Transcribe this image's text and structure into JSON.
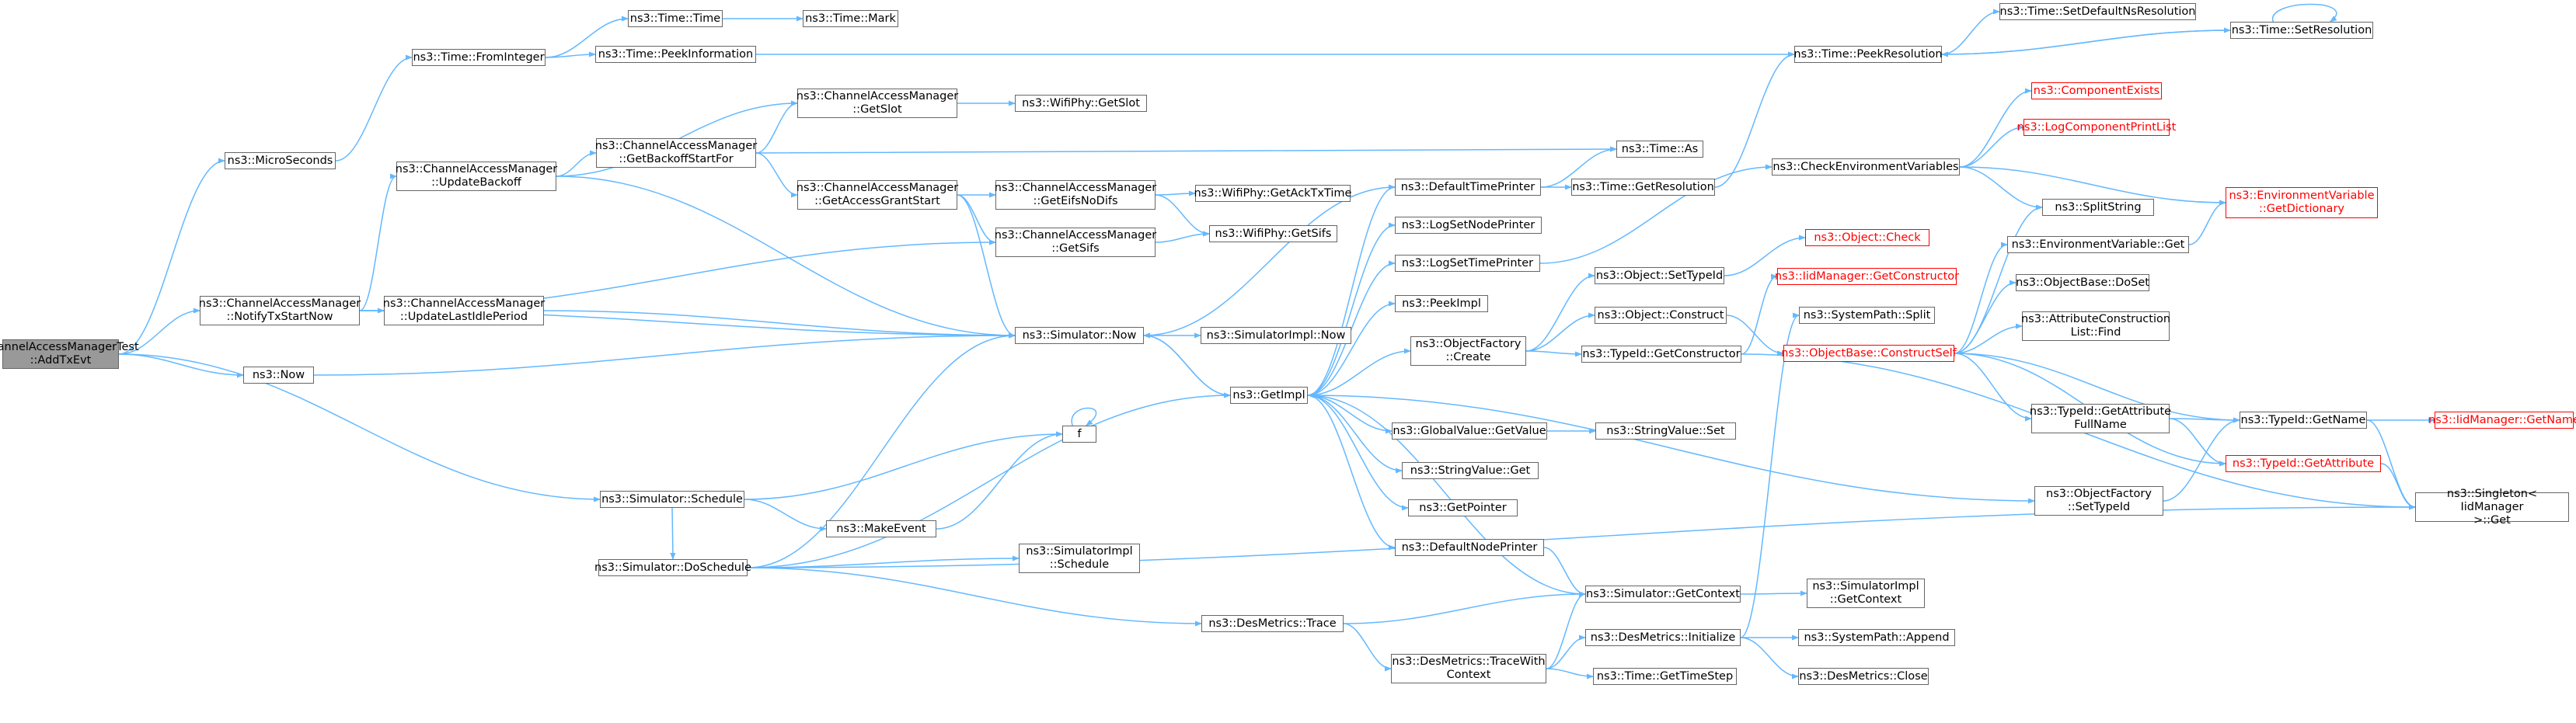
{
  "graph": {
    "title": "Call graph",
    "colors": {
      "edge": "#63b8ff",
      "node_border": "#666666",
      "root_fill": "#999999",
      "missing_border": "#ff0000"
    },
    "nodes": {
      "root": {
        "label": "ChannelAccessManagerTest\n::AddTxEvt"
      },
      "microseconds": {
        "label": "ns3::MicroSeconds"
      },
      "fromInteger": {
        "label": "ns3::Time::FromInteger"
      },
      "time": {
        "label": "ns3::Time::Time"
      },
      "mark": {
        "label": "ns3::Time::Mark"
      },
      "peekInformation": {
        "label": "ns3::Time::PeekInformation"
      },
      "peekResolution": {
        "label": "ns3::Time::PeekResolution"
      },
      "setDefaultNsResolution": {
        "label": "ns3::Time::SetDefaultNsResolution"
      },
      "setResolution": {
        "label": "ns3::Time::SetResolution"
      },
      "getSlotCam": {
        "label": "ns3::ChannelAccessManager\n::GetSlot"
      },
      "wifiGetSlot": {
        "label": "ns3::WifiPhy::GetSlot"
      },
      "updateBackoff": {
        "label": "ns3::ChannelAccessManager\n::UpdateBackoff"
      },
      "getBackoffStartFor": {
        "label": "ns3::ChannelAccessManager\n::GetBackoffStartFor"
      },
      "timeAs": {
        "label": "ns3::Time::As"
      },
      "getAccessGrantStart": {
        "label": "ns3::ChannelAccessManager\n::GetAccessGrantStart"
      },
      "getEifsNoDifs": {
        "label": "ns3::ChannelAccessManager\n::GetEifsNoDifs"
      },
      "getAckTxTime": {
        "label": "ns3::WifiPhy::GetAckTxTime"
      },
      "getSifsCam": {
        "label": "ns3::ChannelAccessManager\n::GetSifs"
      },
      "wifiGetSifs": {
        "label": "ns3::WifiPhy::GetSifs"
      },
      "notifyTxStartNow": {
        "label": "ns3::ChannelAccessManager\n::NotifyTxStartNow"
      },
      "updateLastIdlePeriod": {
        "label": "ns3::ChannelAccessManager\n::UpdateLastIdlePeriod"
      },
      "simNow": {
        "label": "ns3::Simulator::Now"
      },
      "simImplNow": {
        "label": "ns3::SimulatorImpl::Now"
      },
      "now": {
        "label": "ns3::Now"
      },
      "getImpl": {
        "label": "ns3::GetImpl"
      },
      "defaultTimePrinter": {
        "label": "ns3::DefaultTimePrinter"
      },
      "getResolution": {
        "label": "ns3::Time::GetResolution"
      },
      "logSetNodePrinter": {
        "label": "ns3::LogSetNodePrinter"
      },
      "logSetTimePrinter": {
        "label": "ns3::LogSetTimePrinter"
      },
      "checkEnvVars": {
        "label": "ns3::CheckEnvironmentVariables"
      },
      "componentExists": {
        "label": "ns3::ComponentExists"
      },
      "logComponentPrintList": {
        "label": "ns3::LogComponentPrintList"
      },
      "envGetDictionary": {
        "label": "ns3::EnvironmentVariable\n::GetDictionary"
      },
      "splitString": {
        "label": "ns3::SplitString"
      },
      "envGet": {
        "label": "ns3::EnvironmentVariable::Get"
      },
      "objectCheck": {
        "label": "ns3::Object::Check"
      },
      "setTypeIdObj": {
        "label": "ns3::Object::SetTypeId"
      },
      "iidGetConstructor": {
        "label": "ns3::IidManager::GetConstructor"
      },
      "peekImpl": {
        "label": "ns3::PeekImpl"
      },
      "objectConstruct": {
        "label": "ns3::Object::Construct"
      },
      "objectFactoryCreate": {
        "label": "ns3::ObjectFactory\n::Create"
      },
      "systemPathSplit": {
        "label": "ns3::SystemPath::Split"
      },
      "objectBaseDoSet": {
        "label": "ns3::ObjectBase::DoSet"
      },
      "typeIdGetConstructor": {
        "label": "ns3::TypeId::GetConstructor"
      },
      "constructSelf": {
        "label": "ns3::ObjectBase::ConstructSelf"
      },
      "attrConstructionFind": {
        "label": "ns3::AttributeConstruction\nList::Find"
      },
      "globalValueGetValue": {
        "label": "ns3::GlobalValue::GetValue"
      },
      "stringValueSet": {
        "label": "ns3::StringValue::Set"
      },
      "getAttributeFullName": {
        "label": "ns3::TypeId::GetAttribute\nFullName"
      },
      "typeIdGetName": {
        "label": "ns3::TypeId::GetName"
      },
      "iidGetName": {
        "label": "ns3::IidManager::GetName"
      },
      "stringValueGet": {
        "label": "ns3::StringValue::Get"
      },
      "typeIdGetAttribute": {
        "label": "ns3::TypeId::GetAttribute"
      },
      "getPointer": {
        "label": "ns3::GetPointer"
      },
      "objectFactorySetTypeId": {
        "label": "ns3::ObjectFactory\n::SetTypeId"
      },
      "singletonGet": {
        "label": "ns3::Singleton< IidManager\n >::Get"
      },
      "defaultNodePrinter": {
        "label": "ns3::DefaultNodePrinter"
      },
      "f": {
        "label": "f"
      },
      "simSchedule": {
        "label": "ns3::Simulator::Schedule"
      },
      "makeEvent": {
        "label": "ns3::MakeEvent"
      },
      "doSchedule": {
        "label": "ns3::Simulator::DoSchedule"
      },
      "simImplSchedule": {
        "label": "ns3::SimulatorImpl\n::Schedule"
      },
      "simGetContext": {
        "label": "ns3::Simulator::GetContext"
      },
      "simImplGetContext": {
        "label": "ns3::SimulatorImpl\n::GetContext"
      },
      "desTrace": {
        "label": "ns3::DesMetrics::Trace"
      },
      "desInitialize": {
        "label": "ns3::DesMetrics::Initialize"
      },
      "systemPathAppend": {
        "label": "ns3::SystemPath::Append"
      },
      "desTraceWithContext": {
        "label": "ns3::DesMetrics::TraceWith\nContext"
      },
      "desClose": {
        "label": "ns3::DesMetrics::Close"
      },
      "getTimeStep": {
        "label": "ns3::Time::GetTimeStep"
      }
    }
  }
}
